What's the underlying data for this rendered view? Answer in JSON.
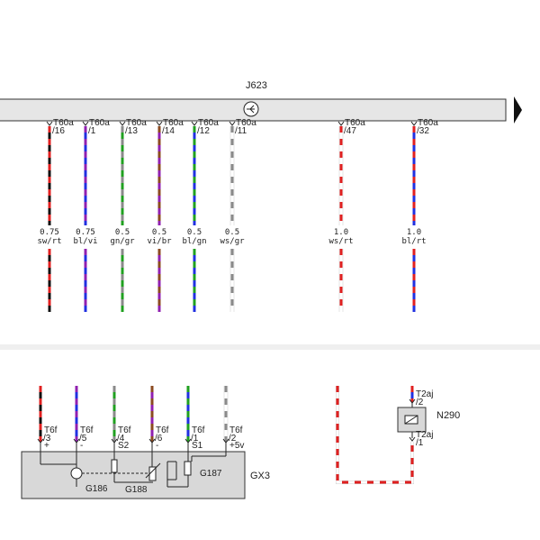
{
  "top_section": {
    "control_unit": "J623",
    "connectors": [
      {
        "conn": "T60a",
        "pin": "/16",
        "size": "0.75",
        "code": "sw/rt",
        "colors": [
          "#111111",
          "#e02020"
        ]
      },
      {
        "conn": "T60a",
        "pin": "/1",
        "size": "0.75",
        "code": "bl/vi",
        "colors": [
          "#2030e0",
          "#9020b0"
        ]
      },
      {
        "conn": "T60a",
        "pin": "/13",
        "size": "0.5",
        "code": "gn/gr",
        "colors": [
          "#20a020",
          "#8a8a8a"
        ]
      },
      {
        "conn": "T60a",
        "pin": "/14",
        "size": "0.5",
        "code": "vi/br",
        "colors": [
          "#9020b0",
          "#8b4a20"
        ]
      },
      {
        "conn": "T60a",
        "pin": "/12",
        "size": "0.5",
        "code": "bl/gn",
        "colors": [
          "#2030e0",
          "#20a020"
        ]
      },
      {
        "conn": "T60a",
        "pin": "/11",
        "size": "0.5",
        "code": "ws/gr",
        "colors": [
          "#ffffff",
          "#8a8a8a"
        ]
      },
      {
        "conn": "T60a",
        "pin": "/47",
        "size": "1.0",
        "code": "ws/rt",
        "colors": [
          "#ffffff",
          "#e02020"
        ]
      },
      {
        "conn": "T60a",
        "pin": "/32",
        "size": "1.0",
        "code": "bl/rt",
        "colors": [
          "#2030e0",
          "#e02020"
        ]
      }
    ]
  },
  "bottom_section": {
    "gx3": {
      "name": "GX3",
      "pins": [
        {
          "conn": "T6f",
          "pin": "/3",
          "sign": "+",
          "colors": [
            "#111111",
            "#e02020"
          ]
        },
        {
          "conn": "T6f",
          "pin": "/5",
          "sign": "-",
          "colors": [
            "#2030e0",
            "#9020b0"
          ]
        },
        {
          "conn": "T6f",
          "pin": "/4",
          "sign": "S2",
          "colors": [
            "#20a020",
            "#8a8a8a"
          ]
        },
        {
          "conn": "T6f",
          "pin": "/6",
          "sign": "-",
          "colors": [
            "#9020b0",
            "#8b4a20"
          ]
        },
        {
          "conn": "T6f",
          "pin": "/1",
          "sign": "S1",
          "colors": [
            "#2030e0",
            "#20a020"
          ]
        },
        {
          "conn": "T6f",
          "pin": "/2",
          "sign": "+5v",
          "colors": [
            "#ffffff",
            "#8a8a8a"
          ]
        }
      ],
      "components": {
        "motor": "G186",
        "sensor1": "G188",
        "sensor2": "G187"
      }
    },
    "n290": {
      "name": "N290",
      "top_conn": "T2aj",
      "top_pin": "/2",
      "bottom_conn": "T2aj",
      "bottom_pin": "/1",
      "wire_colors": [
        "#ffffff",
        "#e02020"
      ],
      "wire2_colors": [
        "#2030e0",
        "#e02020"
      ]
    }
  },
  "colors": {
    "bar_fill": "#e6e6e6",
    "box_fill": "#d8d8d8",
    "line": "#222222"
  }
}
